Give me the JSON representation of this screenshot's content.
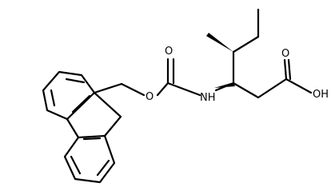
{
  "molecule": {
    "atoms": {
      "carbonyl_o": "O",
      "ester_o": "O",
      "nh": "NH",
      "acid_o": "O",
      "acid_oh": "OH"
    }
  }
}
